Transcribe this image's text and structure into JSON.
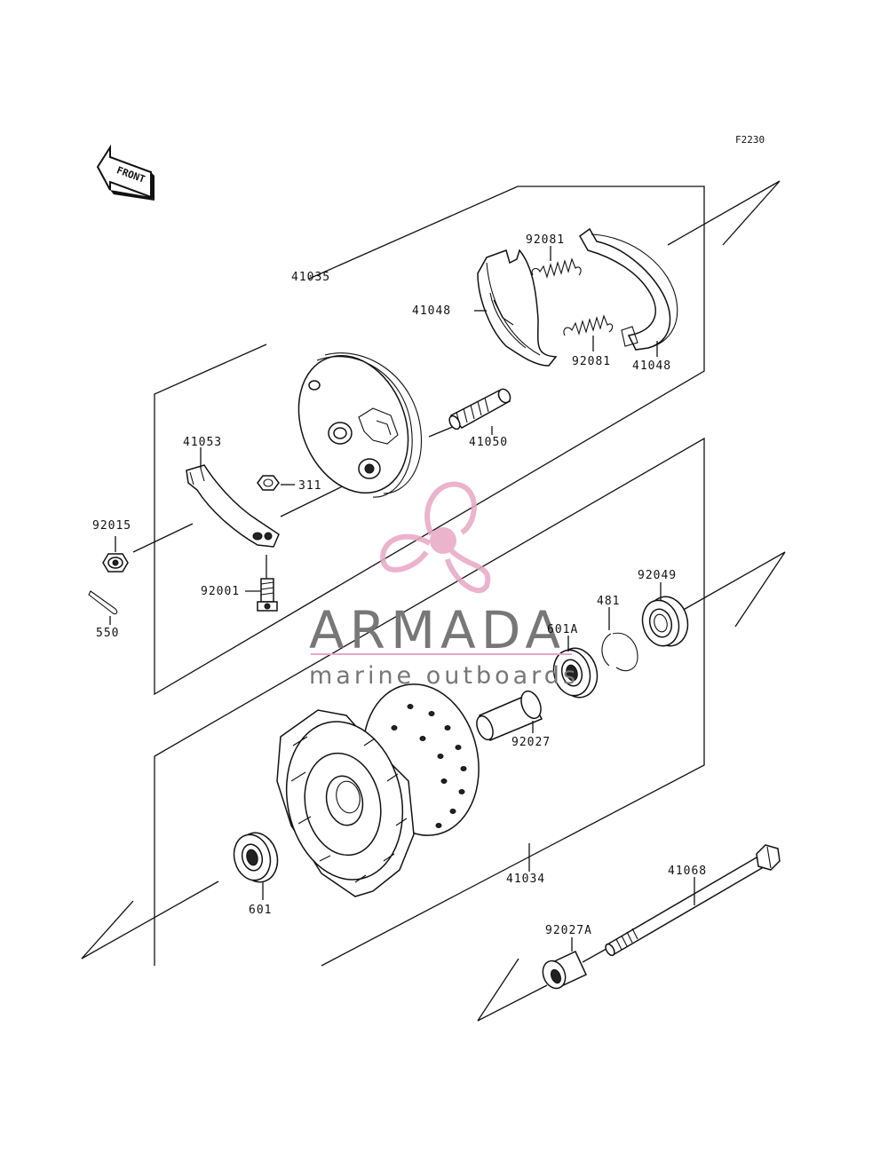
{
  "figure_code": "F2230",
  "front_label": "FRONT",
  "watermark": {
    "title": "ARMADA",
    "subtitle": "marine outboards",
    "color": "#e8a6c4"
  },
  "parts": {
    "p41035": "41035",
    "p92081a": "92081",
    "p41048a": "41048",
    "p92081b": "92081",
    "p41048b": "41048",
    "p41050": "41050",
    "p41053": "41053",
    "p311": "311",
    "p92015": "92015",
    "p92001": "92001",
    "p550": "550",
    "p92049": "92049",
    "p481": "481",
    "p601A": "601A",
    "p92027": "92027",
    "p41034": "41034",
    "p41068": "41068",
    "p601": "601",
    "p92027A": "92027A"
  }
}
